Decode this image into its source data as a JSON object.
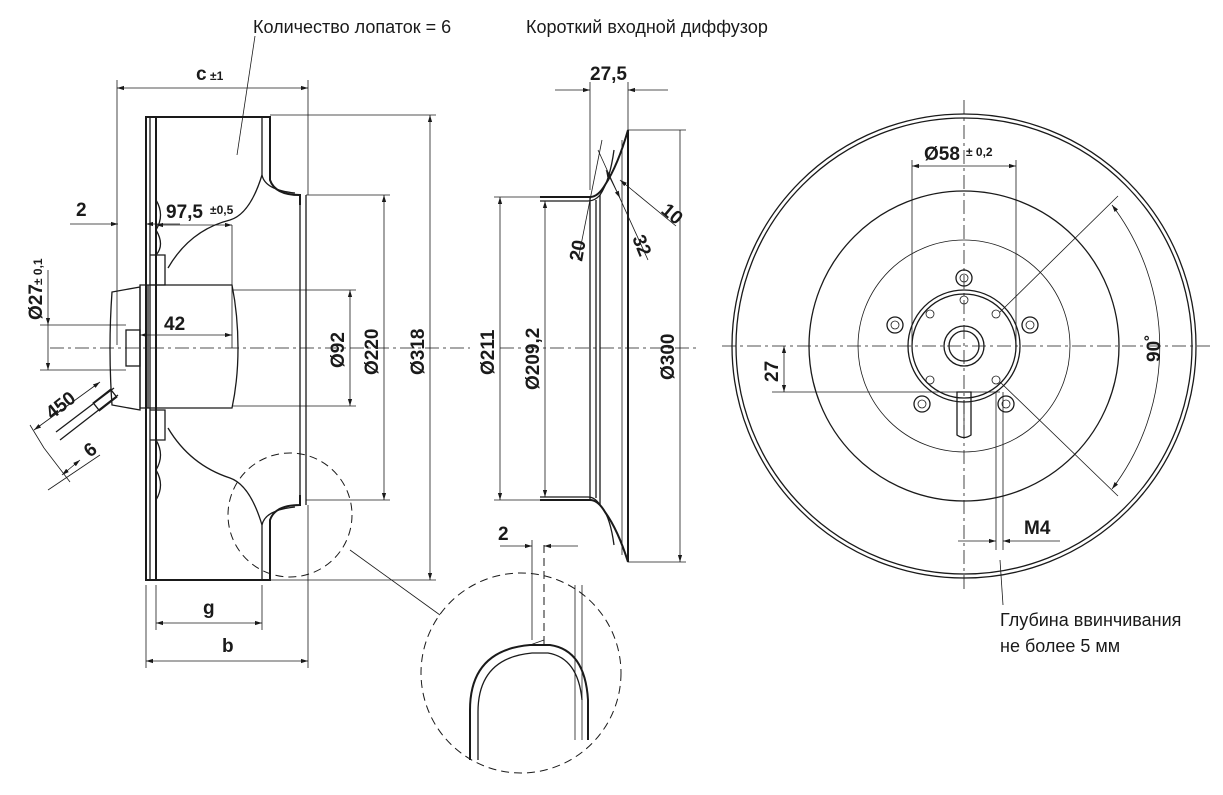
{
  "notes": {
    "blade_count": "Количество лопаток = 6",
    "inlet_diffuser": "Короткий входной диффузор",
    "screw_depth_line1": "Глубина ввинчивания",
    "screw_depth_line2": "не более 5 мм"
  },
  "dimensions": {
    "c": "c",
    "c_tol": "±1",
    "d2": "2",
    "d97": "97,5",
    "d97_tol": "±0,5",
    "d27": "Ø27",
    "d27_tol": "± 0,1",
    "d42": "42",
    "d450": "450",
    "d6": "6",
    "d92": "Ø92",
    "d220": "Ø220",
    "d318": "Ø318",
    "g": "g",
    "b": "b",
    "d27_5": "27,5",
    "d10": "10",
    "d32": "32",
    "d20": "20",
    "d211": "Ø211",
    "d209": "Ø209,2",
    "d300": "Ø300",
    "detail_2": "2",
    "d58": "Ø58",
    "d58_tol": "± 0,2",
    "d27_front": "27",
    "angle90": "90˚",
    "m4": "M4"
  }
}
